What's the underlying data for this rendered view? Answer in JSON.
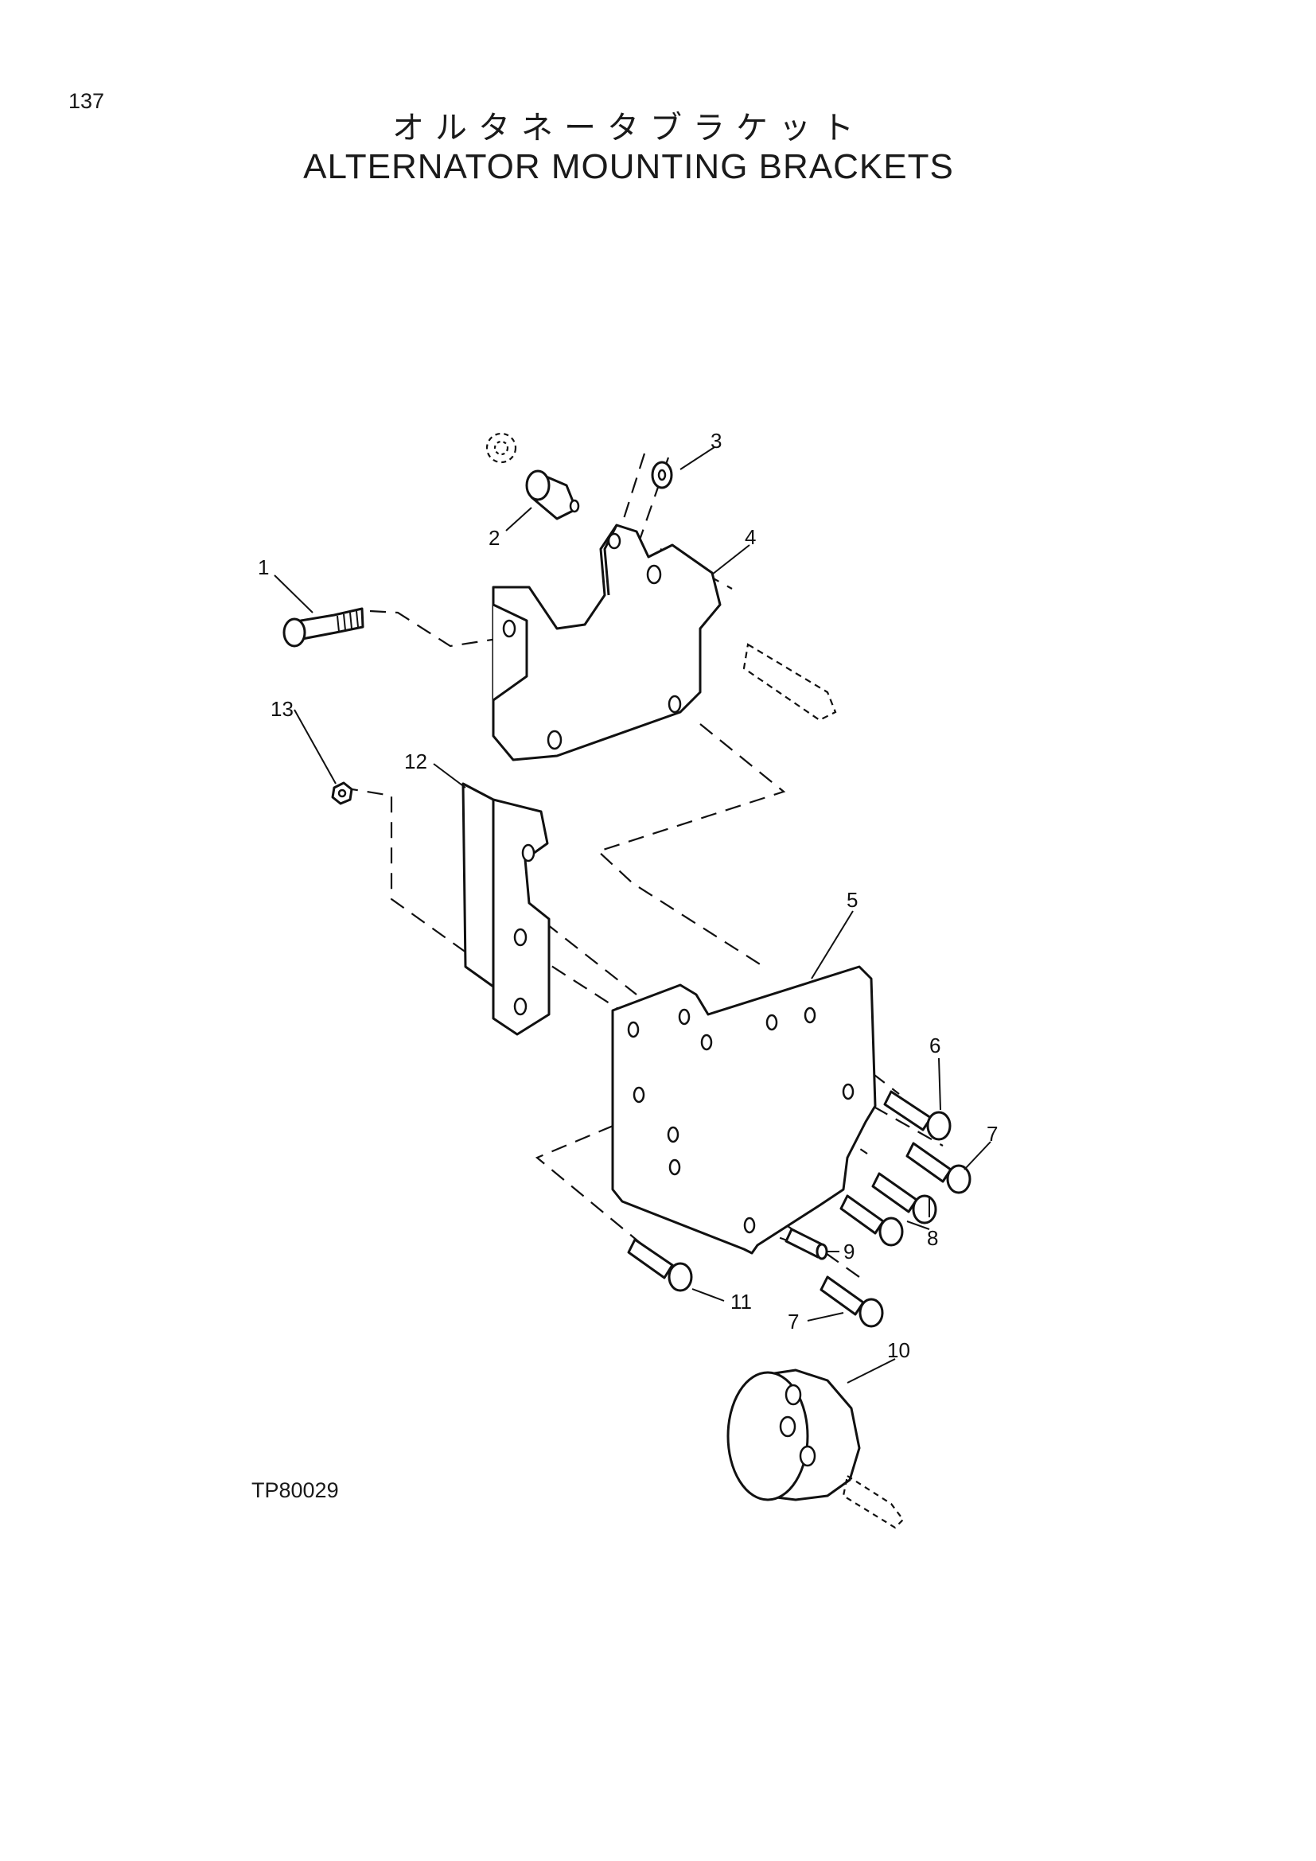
{
  "header": {
    "page_number": "137",
    "title_jp": "オルタネータブラケット",
    "title_en": "ALTERNATOR MOUNTING BRACKETS"
  },
  "footer": {
    "drawing_code": "TP80029"
  },
  "callouts": {
    "c1": "1",
    "c2": "2",
    "c3": "3",
    "c4": "4",
    "c5": "5",
    "c6": "6",
    "c7a": "7",
    "c7b": "7",
    "c8": "8",
    "c9": "9",
    "c10": "10",
    "c11": "11",
    "c12": "12",
    "c13": "13"
  }
}
